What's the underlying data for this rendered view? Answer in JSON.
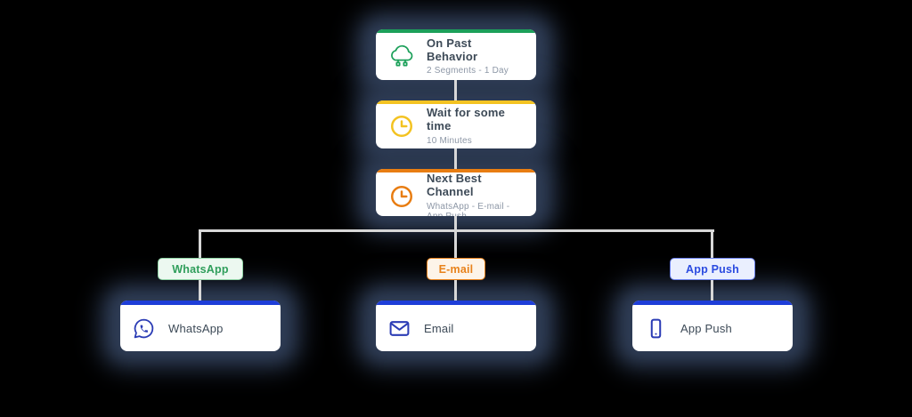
{
  "canvas": {
    "background": "#000000",
    "connector_color": "#d7d7d7",
    "shadow_color": "#2e3c55"
  },
  "flow": {
    "main_nodes": [
      {
        "title": "On Past Behavior",
        "subtitle": "2 Segments - 1 Day",
        "icon": "cloud-sitemap-icon",
        "accent": "#1ca05a"
      },
      {
        "title": "Wait for some time",
        "subtitle": "10 Minutes",
        "icon": "clock-icon",
        "accent": "#f3c322"
      },
      {
        "title": "Next Best Channel",
        "subtitle": "WhatsApp - E-mail - App Push",
        "icon": "clock-icon",
        "accent": "#e87d12"
      }
    ],
    "branch_labels": [
      {
        "label": "WhatsApp",
        "text_color": "#2f9e5b",
        "border_color": "#90d4a6",
        "bg_color": "#ecf8f0"
      },
      {
        "label": "E-mail",
        "text_color": "#e8821b",
        "border_color": "#e8821b",
        "bg_color": "#fdf4e9"
      },
      {
        "label": "App Push",
        "text_color": "#2b4be0",
        "border_color": "#6d83ef",
        "bg_color": "#eaeffe"
      }
    ],
    "channel_nodes": [
      {
        "label": "WhatsApp",
        "icon": "whatsapp-icon",
        "accent": "#1e3ed8",
        "icon_color": "#2b3cb5"
      },
      {
        "label": "Email",
        "icon": "email-icon",
        "accent": "#1e3ed8",
        "icon_color": "#2b3cb5"
      },
      {
        "label": "App Push",
        "icon": "smartphone-icon",
        "accent": "#1e3ed8",
        "icon_color": "#2b3cb5"
      }
    ]
  }
}
